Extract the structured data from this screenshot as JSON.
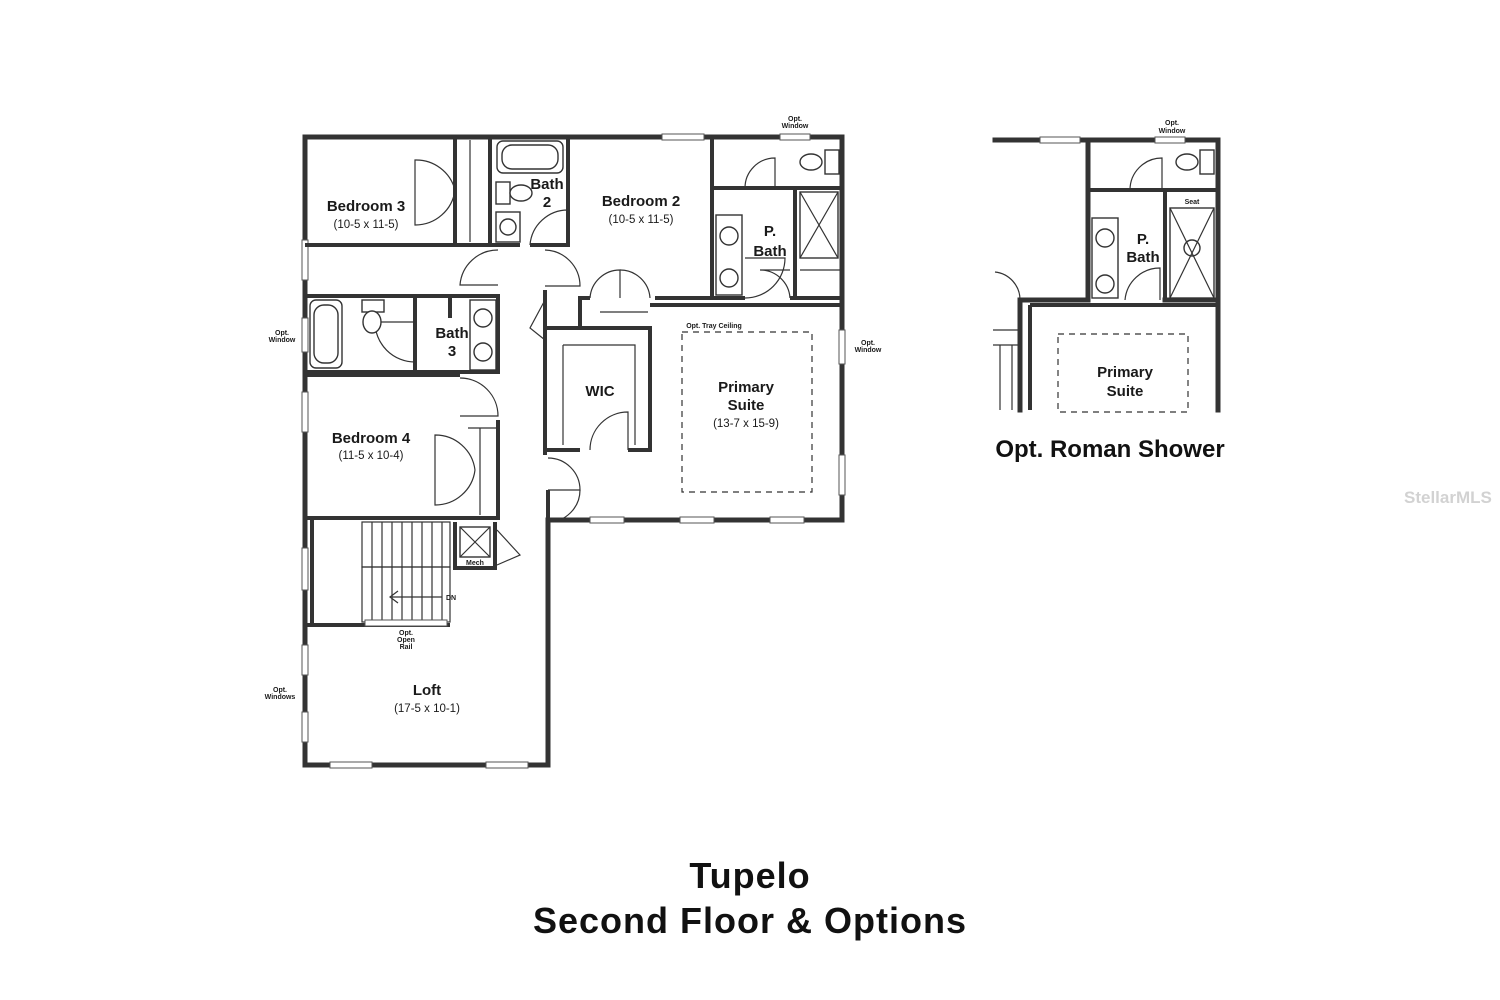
{
  "title": {
    "line1": "Tupelo",
    "line2": "Second Floor & Options"
  },
  "option_title": "Opt. Roman Shower",
  "watermark": "StellarMLS",
  "rooms": {
    "bedroom3": {
      "name": "Bedroom 3",
      "dims": "(10-5 x 11-5)"
    },
    "bath2": {
      "name1": "Bath",
      "name2": "2"
    },
    "bedroom2": {
      "name": "Bedroom 2",
      "dims": "(10-5 x 11-5)"
    },
    "pbath": {
      "name1": "P.",
      "name2": "Bath"
    },
    "bath3": {
      "name1": "Bath",
      "name2": "3"
    },
    "wic": {
      "name": "WIC"
    },
    "primary": {
      "name1": "Primary",
      "name2": "Suite",
      "dims": "(13-7 x 15-9)"
    },
    "bedroom4": {
      "name": "Bedroom 4",
      "dims": "(11-5 x 10-4)"
    },
    "mech": {
      "name": "Mech"
    },
    "loft": {
      "name": "Loft",
      "dims": "(17-5 x 10-1)"
    }
  },
  "notes": {
    "opt_window": {
      "line1": "Opt.",
      "line2": "Window"
    },
    "opt_windows": {
      "line1": "Opt.",
      "line2": "Windows"
    },
    "opt_tray_ceiling": "Opt. Tray Ceiling",
    "opt_open_rail": {
      "line1": "Opt.",
      "line2": "Open",
      "line3": "Rail"
    },
    "dn": "DN",
    "seat": "Seat"
  },
  "option_rooms": {
    "pbath": {
      "name1": "P.",
      "name2": "Bath"
    },
    "primary": {
      "name1": "Primary",
      "name2": "Suite"
    }
  }
}
